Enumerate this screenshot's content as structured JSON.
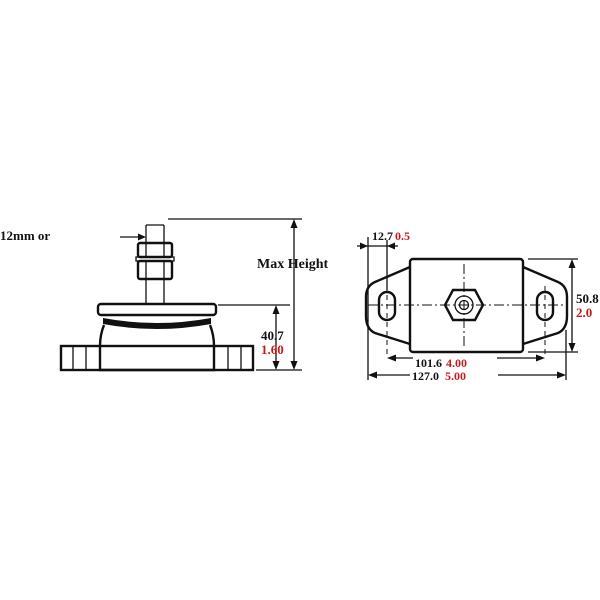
{
  "side_view": {
    "stud_label": "12mm or",
    "max_height_label": "Max Height",
    "base_height_metric": "40.7",
    "base_height_imperial": "1.60"
  },
  "top_view": {
    "slot_width_metric": "12.7",
    "slot_width_imperial": "0.5",
    "width_metric": "50.8",
    "width_imperial": "2.0",
    "hole_spacing_metric": "101.6",
    "hole_spacing_imperial": "4.00",
    "overall_length_metric": "127.0",
    "overall_length_imperial": "5.00"
  },
  "colors": {
    "metric_text": "#111111",
    "imperial_text": "#c41a1a",
    "line": "#111111"
  }
}
